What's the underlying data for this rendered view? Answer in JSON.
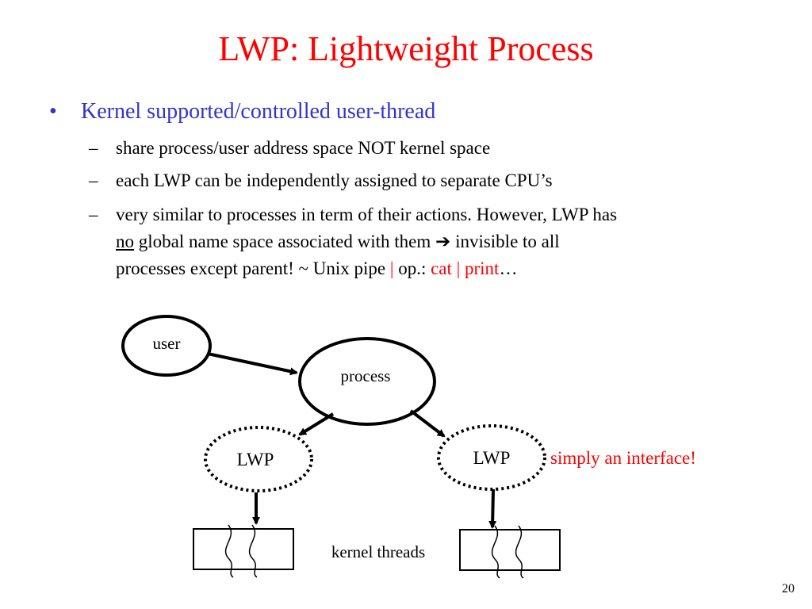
{
  "slide": {
    "title": "LWP: Lightweight Process",
    "page_number": "20"
  },
  "bullet": {
    "marker": "•",
    "text": "Kernel supported/controlled user-thread"
  },
  "subbullets": {
    "marker": "–",
    "item1": "share process/user address space NOT kernel space",
    "item2": "each LWP can be independently assigned to separate CPU’s",
    "item3": {
      "line1": "very similar to processes in term of their actions. However, LWP has",
      "no": "no",
      "line2_rest": " global name space associated with them ",
      "arrow_glyph": "➔",
      "line2_end": " invisible to all",
      "line3_start": "processes except parent! ~ Unix  pipe ",
      "pipe1": "|",
      "op": " op.: ",
      "cat": "cat",
      "pipe2": " | ",
      "print": "print",
      "ellipsis": "…"
    }
  },
  "diagram": {
    "user_label": "user",
    "process_label": "process",
    "lwp_left_label": "LWP",
    "lwp_right_label": "LWP",
    "interface_note": "simply an interface!",
    "kernel_threads_label": "kernel threads",
    "colors": {
      "note": "#ff0000",
      "stroke": "#000000"
    }
  }
}
